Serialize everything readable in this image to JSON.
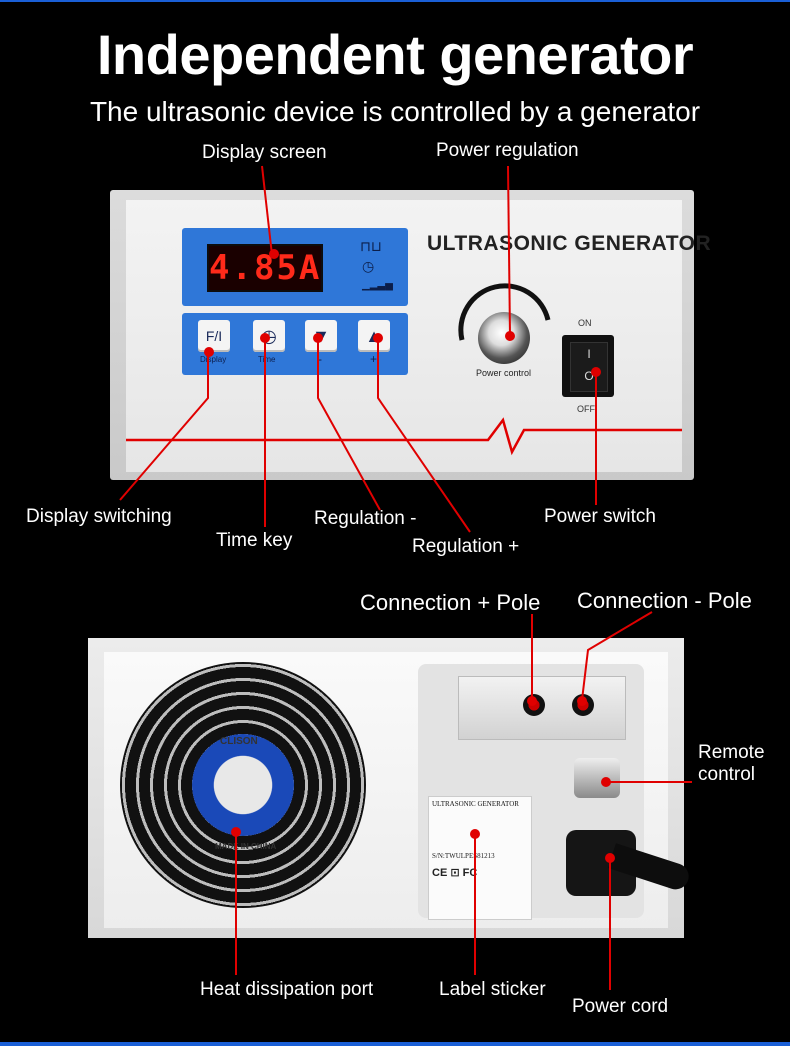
{
  "heading": {
    "title": "Independent generator",
    "subtitle": "The ultrasonic device is controlled by a generator"
  },
  "front_panel": {
    "brand": "ULTRASONIC GENERATOR",
    "display_value": "4.85A",
    "keys": [
      {
        "label": "F/I",
        "sub": "Display"
      },
      {
        "label": "◷",
        "sub": "Time"
      },
      {
        "label": "▼",
        "sub": "-"
      },
      {
        "label": "▲",
        "sub": "+"
      }
    ],
    "knob_label": "Power control",
    "switch_on": "ON",
    "switch_off": "OFF",
    "switch_mark_on": "I",
    "switch_mark_off": "O"
  },
  "front_callouts": {
    "display_screen": "Display screen",
    "power_regulation": "Power regulation",
    "display_switching": "Display switching",
    "time_key": "Time key",
    "regulation_minus": "Regulation -",
    "regulation_plus": "Regulation +",
    "power_switch": "Power switch"
  },
  "back_panel": {
    "fan_brand": "CLISON",
    "fan_made": "MADE IN CHINA",
    "sticker_title": "ULTRASONIC GENERATOR",
    "sticker_sn": "S/N:TWULPES81213",
    "sticker_marks": "CE ⊡ FC"
  },
  "back_callouts": {
    "connection_plus": "Connection + Pole",
    "connection_minus": "Connection - Pole",
    "remote_control_1": "Remote",
    "remote_control_2": "control",
    "heat_dissipation": "Heat dissipation port",
    "label_sticker": "Label sticker",
    "power_cord": "Power cord"
  },
  "colors": {
    "background": "#000000",
    "accent_blue": "#1a5fd6",
    "panel_blue": "#2f77d8",
    "leader_red": "#e00000",
    "lcd_red": "#ff2a1a"
  }
}
